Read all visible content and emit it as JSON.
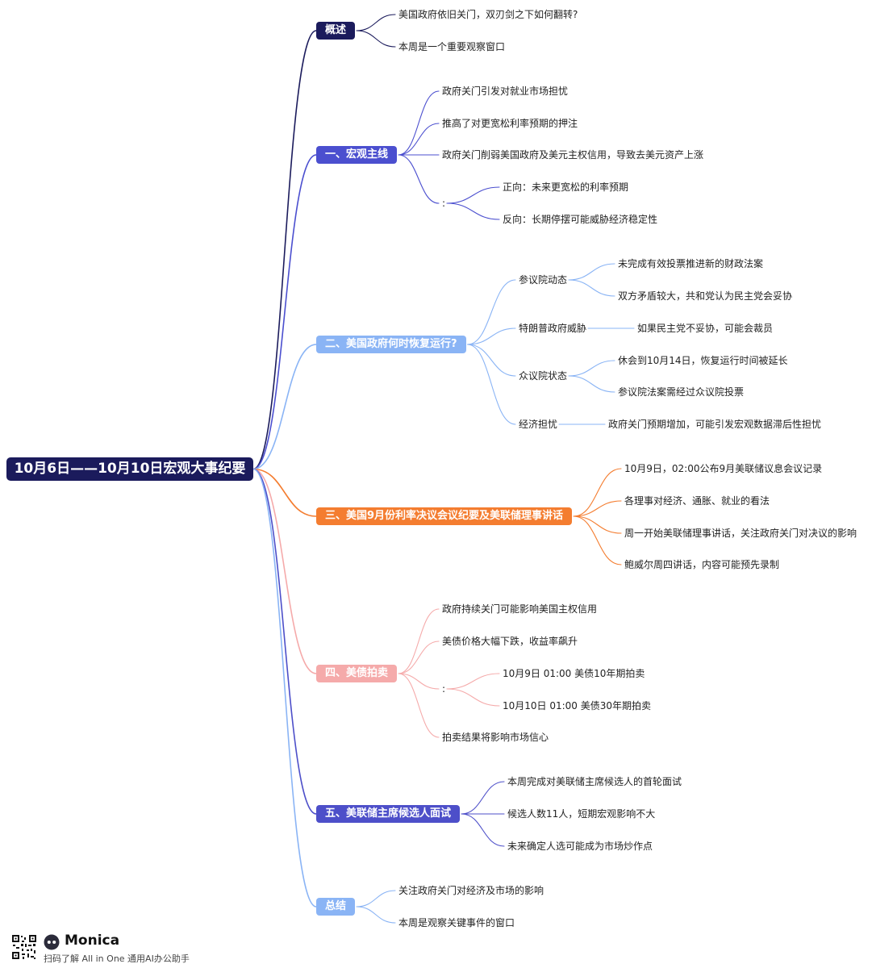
{
  "root": {
    "label": "10月6日——10月10日宏观大事纪要"
  },
  "branches": [
    {
      "label": "概述",
      "color": "#1b1b5c",
      "children": [
        {
          "label": "美国政府依旧关门，双刃剑之下如何翻转?"
        },
        {
          "label": "本周是一个重要观察窗口"
        }
      ]
    },
    {
      "label": "一、宏观主线",
      "color": "#4b4fcf",
      "children": [
        {
          "label": "政府关门引发对就业市场担忧"
        },
        {
          "label": "推高了对更宽松利率预期的押注"
        },
        {
          "label": "政府关门削弱美国政府及美元主权信用，导致去美元资产上涨"
        },
        {
          "label": ":",
          "children": [
            {
              "label": "正向：未来更宽松的利率预期"
            },
            {
              "label": "反向：长期停摆可能威胁经济稳定性"
            }
          ]
        }
      ]
    },
    {
      "label": "二、美国政府何时恢复运行?",
      "color": "#8ab4f5",
      "children": [
        {
          "label": "参议院动态",
          "children": [
            {
              "label": "未完成有效投票推进新的财政法案"
            },
            {
              "label": "双方矛盾较大，共和党认为民主党会妥协"
            }
          ]
        },
        {
          "label": "特朗普政府威胁",
          "children": [
            {
              "label": "如果民主党不妥协，可能会裁员"
            }
          ]
        },
        {
          "label": "众议院状态",
          "children": [
            {
              "label": "休会到10月14日，恢复运行时间被延长"
            },
            {
              "label": "参议院法案需经过众议院投票"
            }
          ]
        },
        {
          "label": "经济担忧",
          "children": [
            {
              "label": "政府关门预期增加，可能引发宏观数据滞后性担忧"
            }
          ]
        }
      ]
    },
    {
      "label": "三、美国9月份利率决议会议纪要及美联储理事讲话",
      "color": "#f47d30",
      "children": [
        {
          "label": "10月9日，02:00公布9月美联储议息会议记录"
        },
        {
          "label": "各理事对经济、通胀、就业的看法"
        },
        {
          "label": "周一开始美联储理事讲话，关注政府关门对决议的影响"
        },
        {
          "label": "鲍威尔周四讲话，内容可能预先录制"
        }
      ]
    },
    {
      "label": "四、美债拍卖",
      "color": "#f5aaaa",
      "children": [
        {
          "label": "政府持续关门可能影响美国主权信用"
        },
        {
          "label": "美债价格大幅下跌，收益率飙升"
        },
        {
          "label": ":",
          "children": [
            {
              "label": "10月9日 01:00 美债10年期拍卖"
            },
            {
              "label": "10月10日 01:00 美债30年期拍卖"
            }
          ]
        },
        {
          "label": "拍卖结果将影响市场信心"
        }
      ]
    },
    {
      "label": "五、美联储主席候选人面试",
      "color": "#4d4fc9",
      "children": [
        {
          "label": "本周完成对美联储主席候选人的首轮面试"
        },
        {
          "label": "候选人数11人，短期宏观影响不大"
        },
        {
          "label": "未来确定人选可能成为市场炒作点"
        }
      ]
    },
    {
      "label": "总结",
      "color": "#8ab4f5",
      "children": [
        {
          "label": "关注政府关门对经济及市场的影响"
        },
        {
          "label": "本周是观察关键事件的窗口"
        }
      ]
    }
  ],
  "footer": {
    "brand": "Monica",
    "tagline": "扫码了解 All in One 通用AI办公助手"
  }
}
